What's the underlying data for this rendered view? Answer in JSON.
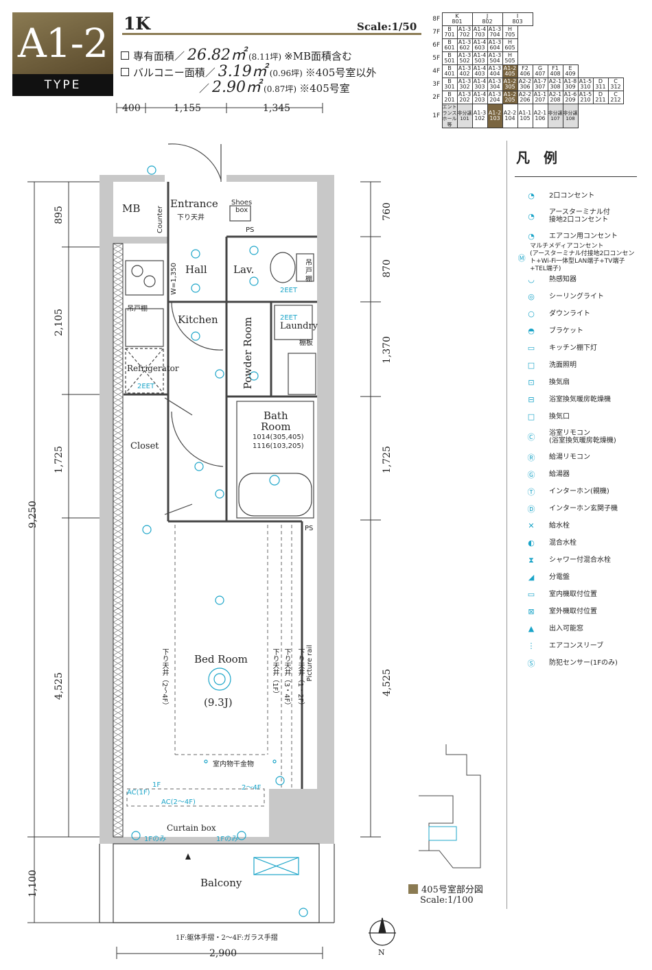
{
  "header": {
    "type_code": "A1-2",
    "type_label": "TYPE",
    "plan": "1K",
    "scale": "Scale:1/50",
    "area_exclusive": {
      "label": "専有面積／",
      "value": "26.82㎡",
      "tsubo": "(8.11坪)",
      "note": "※MB面積含む"
    },
    "area_balcony_1": {
      "label": "バルコニー面積／",
      "value": "3.19㎡",
      "tsubo": "(0.96坪)",
      "note": "※405号室以外"
    },
    "area_balcony_2": {
      "label": "／",
      "value": "2.90㎡",
      "tsubo": "(0.87坪)",
      "note": "※405号室"
    }
  },
  "building_table": {
    "rows": [
      {
        "floor": "8F",
        "cells": [
          "K\n801",
          "J\n802",
          "I\n803"
        ]
      },
      {
        "floor": "7F",
        "cells": [
          "B\n701",
          "A1-3\n702",
          "A1-4\n703",
          "A1-3\n704",
          "H\n705"
        ]
      },
      {
        "floor": "6F",
        "cells": [
          "B\n601",
          "A1-3\n602",
          "A1-4\n603",
          "A1-3\n604",
          "H\n605"
        ]
      },
      {
        "floor": "5F",
        "cells": [
          "B\n501",
          "A1-3\n502",
          "A1-4\n503",
          "A1-3\n504",
          "H\n505"
        ]
      },
      {
        "floor": "4F",
        "cells": [
          "B\n401",
          "A1-3\n402",
          "A1-4\n403",
          "A1-3\n404",
          "A1-2\n405",
          "F2\n406",
          "G\n407",
          "F1\n408",
          "E\n409"
        ]
      },
      {
        "floor": "3F",
        "cells": [
          "B\n301",
          "A1-3\n302",
          "A1-4\n303",
          "A1-3\n304",
          "A1-2\n305",
          "A2-2\n306",
          "A1-7\n307",
          "A2-1\n308",
          "A1-8\n309",
          "A1-5\n310",
          "D\n311",
          "C\n312"
        ]
      },
      {
        "floor": "2F",
        "cells": [
          "B\n201",
          "A1-3\n202",
          "A1-4\n203",
          "A1-3\n204",
          "A1-2\n205",
          "A2-2\n206",
          "A1-1\n207",
          "A2-1\n208",
          "A1-6\n209",
          "A1-5\n210",
          "D\n211",
          "C\n212"
        ]
      },
      {
        "floor": "1F",
        "cells": [
          "エントランス\nホール等",
          "非分譲\n101",
          "A1-3\n102",
          "A1-2\n103",
          "A2-2\n104",
          "A1-1\n105",
          "A2-1\n106",
          "非分譲\n107",
          "非分譲\n108"
        ]
      }
    ]
  },
  "plan": {
    "dims_top": [
      "400",
      "1,155",
      "1,345"
    ],
    "dims_left": [
      "895",
      "2,105",
      "1,725",
      "4,525",
      "1,100"
    ],
    "dim_total": "9,250",
    "dims_right": [
      "760",
      "870",
      "1,370",
      "1,725",
      "4,525"
    ],
    "dim_bottom": "2,900",
    "rooms": {
      "mb": "MB",
      "entrance": "Entrance",
      "entrance_sub": "下り天井",
      "shoes_box": "Shoes\nbox",
      "counter": "Counter",
      "ps_top": "PS",
      "hall": "Hall",
      "hall_width": "W=1,350",
      "lav": "Lav.",
      "hanging_shelf_1": "吊\n戸\n棚",
      "ac_outlet_1": "2EET",
      "kitchen": "Kitchen",
      "hanging_shelf_2": "吊戸棚",
      "powder_room": "Powder Room",
      "laundry": "Laundry",
      "shelf": "棚板",
      "refrigerator": "Refrigerator",
      "ac_outlet_2": "2EET",
      "ac_outlet_3": "2EET",
      "bath_room": "Bath\nRoom",
      "bath_size_1": "1014(305,405)",
      "bath_size_2": "1116(103,205)",
      "closet": "Closet",
      "ps_mid": "PS",
      "bed_room": "Bed Room",
      "bed_size": "(9.3J)",
      "ceiling_1": "下り天井（2〜4F）",
      "ceiling_2": "下り天井（1F）",
      "ceiling_3": "下り天井（3・4F）",
      "ceiling_4": "下り天井（1・2F）",
      "picture_rail": "Picture rail",
      "clothes_hanger": "室内物干金物",
      "ac_1f": "AC(1F)",
      "ac_24f": "AC(2〜4F)",
      "label_1f": "1F",
      "label_24f": "2〜4F",
      "curtain_box": "Curtain box",
      "sensor_1f_a": "1Fのみ",
      "sensor_1f_b": "1Fのみ",
      "balcony": "Balcony"
    },
    "railing_note": "1F:躯体手摺・2〜4F:ガラス手摺",
    "north": "N",
    "partial_caption": "405号室部分図",
    "partial_scale": "Scale:1/100"
  },
  "legend": {
    "title": "凡　例",
    "items": [
      {
        "icon": "outlet-2-icon",
        "glyph": "◔",
        "text": "2口コンセント"
      },
      {
        "icon": "earth-outlet-icon",
        "glyph": "◔",
        "text": "アースターミナル付\n接地2口コンセント"
      },
      {
        "icon": "ac-outlet-icon",
        "glyph": "◔",
        "text": "エアコン用コンセント"
      },
      {
        "icon": "multimedia-outlet-icon",
        "glyph": "Ⓜ",
        "text": "マルチメディアコンセント\n(アースターミナル付接地2口コンセント+Wi-Fi一体型LAN端子+TV端子+TEL端子)"
      },
      {
        "icon": "heat-detector-icon",
        "glyph": "◡",
        "text": "熱感知器"
      },
      {
        "icon": "ceiling-light-icon",
        "glyph": "◎",
        "text": "シーリングライト"
      },
      {
        "icon": "downlight-icon",
        "glyph": "○",
        "text": "ダウンライト"
      },
      {
        "icon": "bracket-light-icon",
        "glyph": "◓",
        "text": "ブラケット"
      },
      {
        "icon": "under-shelf-light-icon",
        "glyph": "▭",
        "text": "キッチン棚下灯"
      },
      {
        "icon": "washroom-light-icon",
        "glyph": "□",
        "text": "洗面照明"
      },
      {
        "icon": "ventilation-fan-icon",
        "glyph": "⊡",
        "text": "換気扇"
      },
      {
        "icon": "bath-dryer-icon",
        "glyph": "⊟",
        "text": "浴室換気暖房乾燥機"
      },
      {
        "icon": "vent-icon",
        "glyph": "□",
        "text": "換気口"
      },
      {
        "icon": "bath-remote-icon",
        "glyph": "Ⓒ",
        "text": "浴室リモコン\n(浴室換気暖房乾燥機)"
      },
      {
        "icon": "water-heater-remote-icon",
        "glyph": "Ⓡ",
        "text": "給湯リモコン"
      },
      {
        "icon": "water-heater-icon",
        "glyph": "Ⓖ",
        "text": "給湯器"
      },
      {
        "icon": "intercom-main-icon",
        "glyph": "Ⓣ",
        "text": "インターホン(親機)"
      },
      {
        "icon": "intercom-door-icon",
        "glyph": "Ⓓ",
        "text": "インターホン玄関子機"
      },
      {
        "icon": "water-tap-icon",
        "glyph": "✕",
        "text": "給水栓"
      },
      {
        "icon": "mixer-tap-icon",
        "glyph": "◐",
        "text": "混合水栓"
      },
      {
        "icon": "shower-tap-icon",
        "glyph": "⧗",
        "text": "シャワー付混合水栓"
      },
      {
        "icon": "distribution-board-icon",
        "glyph": "◢",
        "text": "分電盤"
      },
      {
        "icon": "indoor-ac-icon",
        "glyph": "▭",
        "text": "室内機取付位置"
      },
      {
        "icon": "outdoor-ac-icon",
        "glyph": "⊠",
        "text": "室外機取付位置"
      },
      {
        "icon": "exit-window-icon",
        "glyph": "▲",
        "text": "出入可能窓"
      },
      {
        "icon": "ac-sleeve-icon",
        "glyph": "⋮",
        "text": "エアコンスリーブ"
      },
      {
        "icon": "security-sensor-icon",
        "glyph": "Ⓢ",
        "text": "防犯センサー(1Fのみ)"
      }
    ]
  },
  "colors": {
    "accent": "#8a7a52",
    "highlight": "#7a6540",
    "fixture": "#1aa4c8",
    "wall": "#c8c8c8"
  }
}
